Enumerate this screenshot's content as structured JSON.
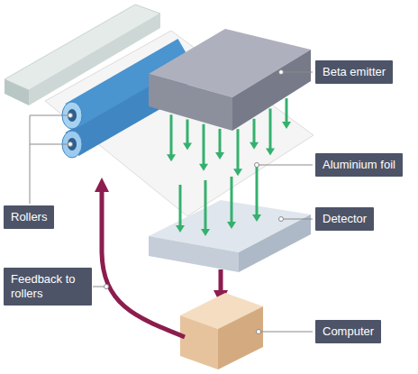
{
  "diagram": {
    "nodes": [
      {
        "text": [
          "Beta emitter"
        ]
      },
      {
        "text": [
          "Aluminium foil"
        ]
      },
      {
        "text": [
          "Rollers"
        ]
      },
      {
        "text": [
          "Detector"
        ]
      },
      {
        "text": [
          "Feedback to rollers"
        ]
      },
      {
        "text": [
          "Computer"
        ]
      }
    ]
  }
}
